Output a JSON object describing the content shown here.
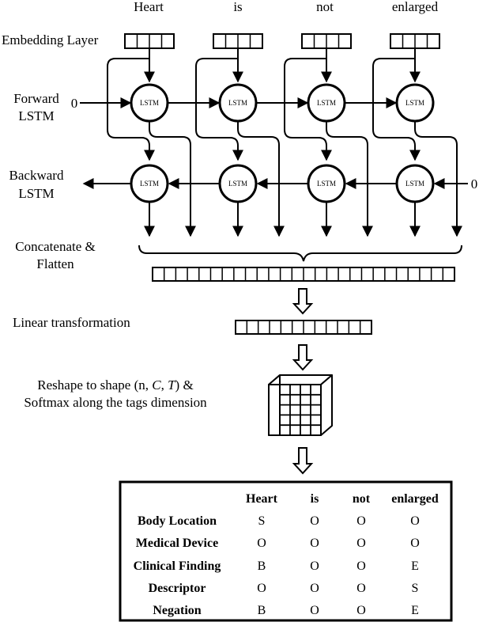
{
  "words": [
    "Heart",
    "is",
    "not",
    "enlarged"
  ],
  "labels": {
    "embedding": "Embedding Layer",
    "forward_1": "Forward",
    "forward_2": "LSTM",
    "backward_1": "Backward",
    "backward_2": "LSTM",
    "concat_1": "Concatenate &",
    "concat_2": "Flatten",
    "linear": "Linear transformation",
    "reshape_1_pre": "Reshape to shape (n, ",
    "reshape_1_c": "C",
    "reshape_1_mid": ", ",
    "reshape_1_t": "T",
    "reshape_1_post": ") &",
    "reshape_2": "Softmax along the tags dimension"
  },
  "lstm_label": "LSTM",
  "init_state": "0",
  "table": {
    "headers": [
      "Heart",
      "is",
      "not",
      "enlarged"
    ],
    "rows": [
      {
        "label": "Body Location",
        "tags": [
          "S",
          "O",
          "O",
          "O"
        ]
      },
      {
        "label": "Medical Device",
        "tags": [
          "O",
          "O",
          "O",
          "O"
        ]
      },
      {
        "label": "Clinical Finding",
        "tags": [
          "B",
          "O",
          "O",
          "E"
        ]
      },
      {
        "label": "Descriptor",
        "tags": [
          "O",
          "O",
          "O",
          "S"
        ]
      },
      {
        "label": "Negation",
        "tags": [
          "B",
          "O",
          "O",
          "E"
        ]
      }
    ]
  }
}
